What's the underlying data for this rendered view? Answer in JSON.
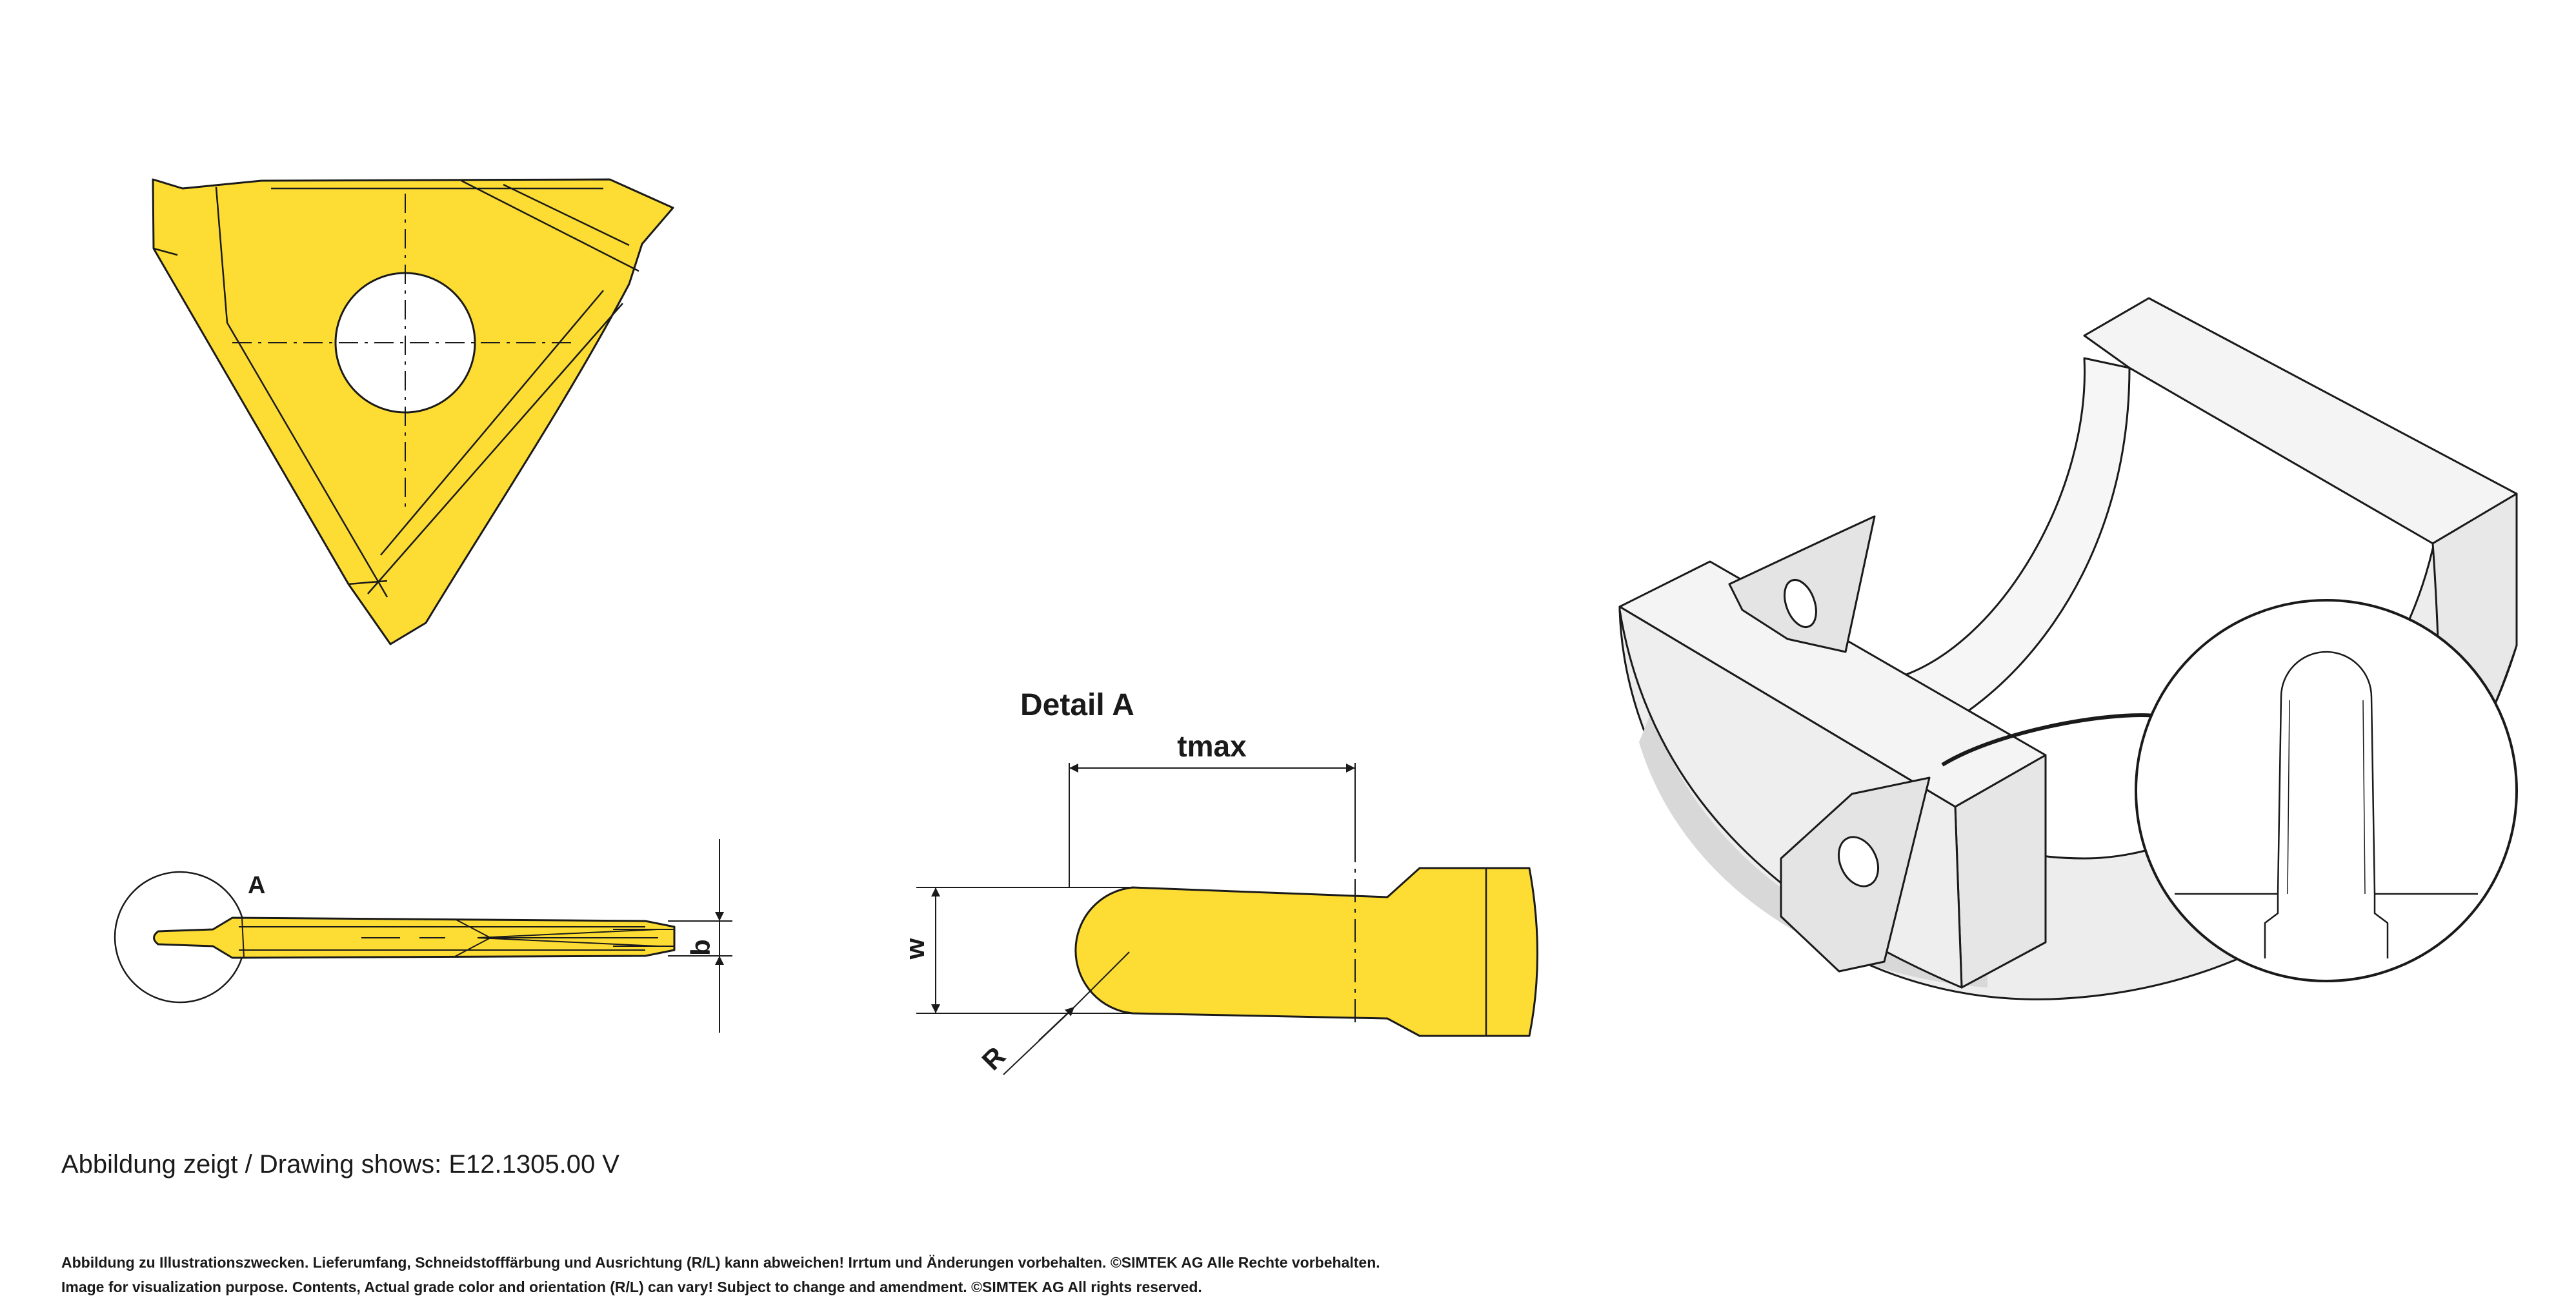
{
  "colors": {
    "insert_fill": "#fddd33",
    "line": "#1a1a1a",
    "holder_fill": "#ededed",
    "holder_shade": "#d8d8d8"
  },
  "labels": {
    "detail_title": "Detail A",
    "callout": "A",
    "dim_t": "tmax",
    "dim_w": "w",
    "dim_b": "b",
    "dim_r": "R"
  },
  "caption": "Abbildung zeigt / Drawing shows: E12.1305.00 V",
  "disclaimer_de": "Abbildung zu Illustrationszwecken. Lieferumfang, Schneidstofffärbung und Ausrichtung (R/L) kann abweichen! Irrtum und Änderungen vorbehalten. ©SIMTEK AG Alle Rechte vorbehalten.",
  "disclaimer_en": "Image for visualization purpose. Contents, Actual grade color and orientation (R/L) can vary! Subject to change and amendment. ©SIMTEK AG All rights reserved."
}
